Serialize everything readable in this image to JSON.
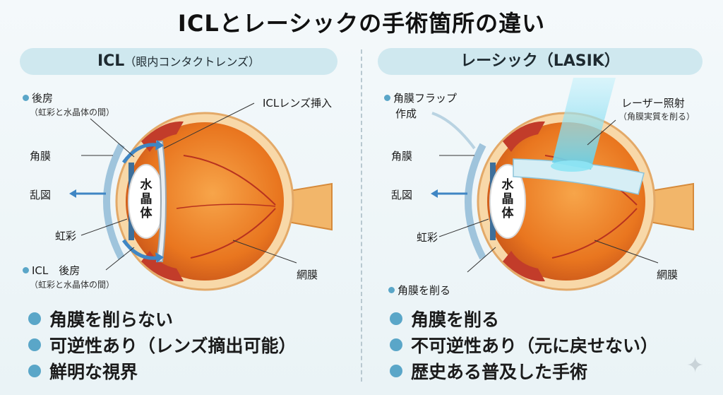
{
  "title": "ICLとレーシックの手術箇所の違い",
  "left": {
    "banner_main": "ICL",
    "banner_sub": "（眼内コンタクトレンズ）",
    "labels": {
      "posterior_chamber": "後房",
      "posterior_chamber_sub": "（虹彩と水晶体の間）",
      "icl_insert": "ICLレンズ挿入",
      "cornea": "角膜",
      "astigmatism": "乱図",
      "iris": "虹彩",
      "icl_posterior": "ICL　後房",
      "icl_posterior_sub": "（虹彩と水晶体の間）",
      "retina": "網膜"
    },
    "lens_text": [
      "水",
      "晶",
      "体"
    ],
    "bullets": [
      "角膜を削らない",
      "可逆性あり（レンズ摘出可能）",
      "鮮明な視界"
    ]
  },
  "right": {
    "banner_main": "レーシック（LASIK）",
    "labels": {
      "flap_line1": "角膜フラップ",
      "flap_line2": "作成",
      "laser": "レーザー照射",
      "laser_sub": "（角膜実質を削る）",
      "cornea": "角膜",
      "astigmatism": "乱図",
      "iris": "虹彩",
      "retina": "網膜",
      "shave_cornea": "角膜を削る"
    },
    "lens_text": [
      "水",
      "晶",
      "体"
    ],
    "bullets": [
      "角膜を削る",
      "不可逆性あり（元に戻せない）",
      "歴史ある普及した手術"
    ]
  },
  "colors": {
    "accent": "#5aa6c8",
    "banner_bg": "#cfe8ef",
    "eyeball_orange": "#f08a2e",
    "sclera": "#f4c89a",
    "arrow_blue": "#3f86c4",
    "laser_cyan": "#7fd8ee"
  }
}
